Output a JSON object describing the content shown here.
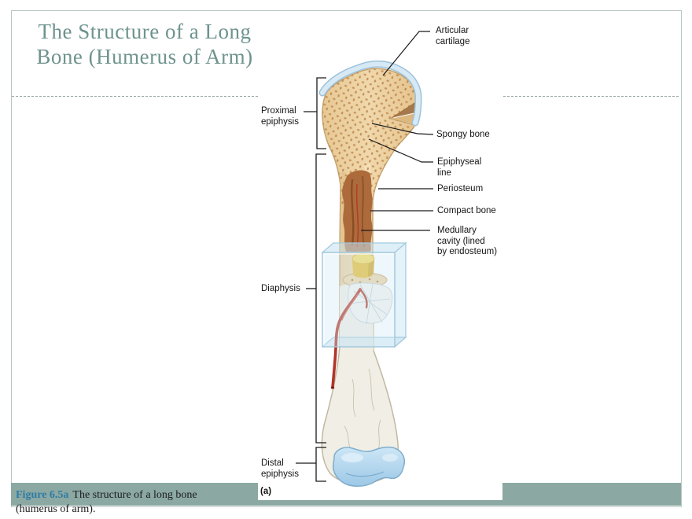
{
  "slide": {
    "title": "The Structure of a Long\nBone (Humerus of Arm)",
    "panel_tag": "(a)"
  },
  "caption": {
    "figure_label": "Figure 6.5a",
    "line1": "The structure of a long bone",
    "line2": "(humerus of arm)."
  },
  "labels": {
    "articular_cartilage": "Articular\ncartilage",
    "spongy_bone": "Spongy bone",
    "epiphyseal_line": "Epiphyseal\nline",
    "periosteum": "Periosteum",
    "compact_bone": "Compact bone",
    "medullary_cavity": "Medullary\ncavity (lined\nby endosteum)",
    "proximal_epiphysis": "Proximal\nepiphysis",
    "diaphysis": "Diaphysis",
    "distal_epiphysis": "Distal\nepiphysis"
  },
  "colors": {
    "title_text": "#6E938E",
    "accent_bar": "#8BA8A3",
    "figure_label": "#2E7CA3",
    "slide_border": "#B9C7C3",
    "cartilage_blue": "#CFE4F2",
    "bone_tan": "#EDD3A6",
    "spongy_speckle": "#C08549",
    "medullary_brown": "#B06F40",
    "marrow_yellow": "#E9BE33",
    "artery_red": "#B23527",
    "cutbox_blue": "#A3C9DD",
    "lower_bone_white": "#F0EEE5"
  }
}
